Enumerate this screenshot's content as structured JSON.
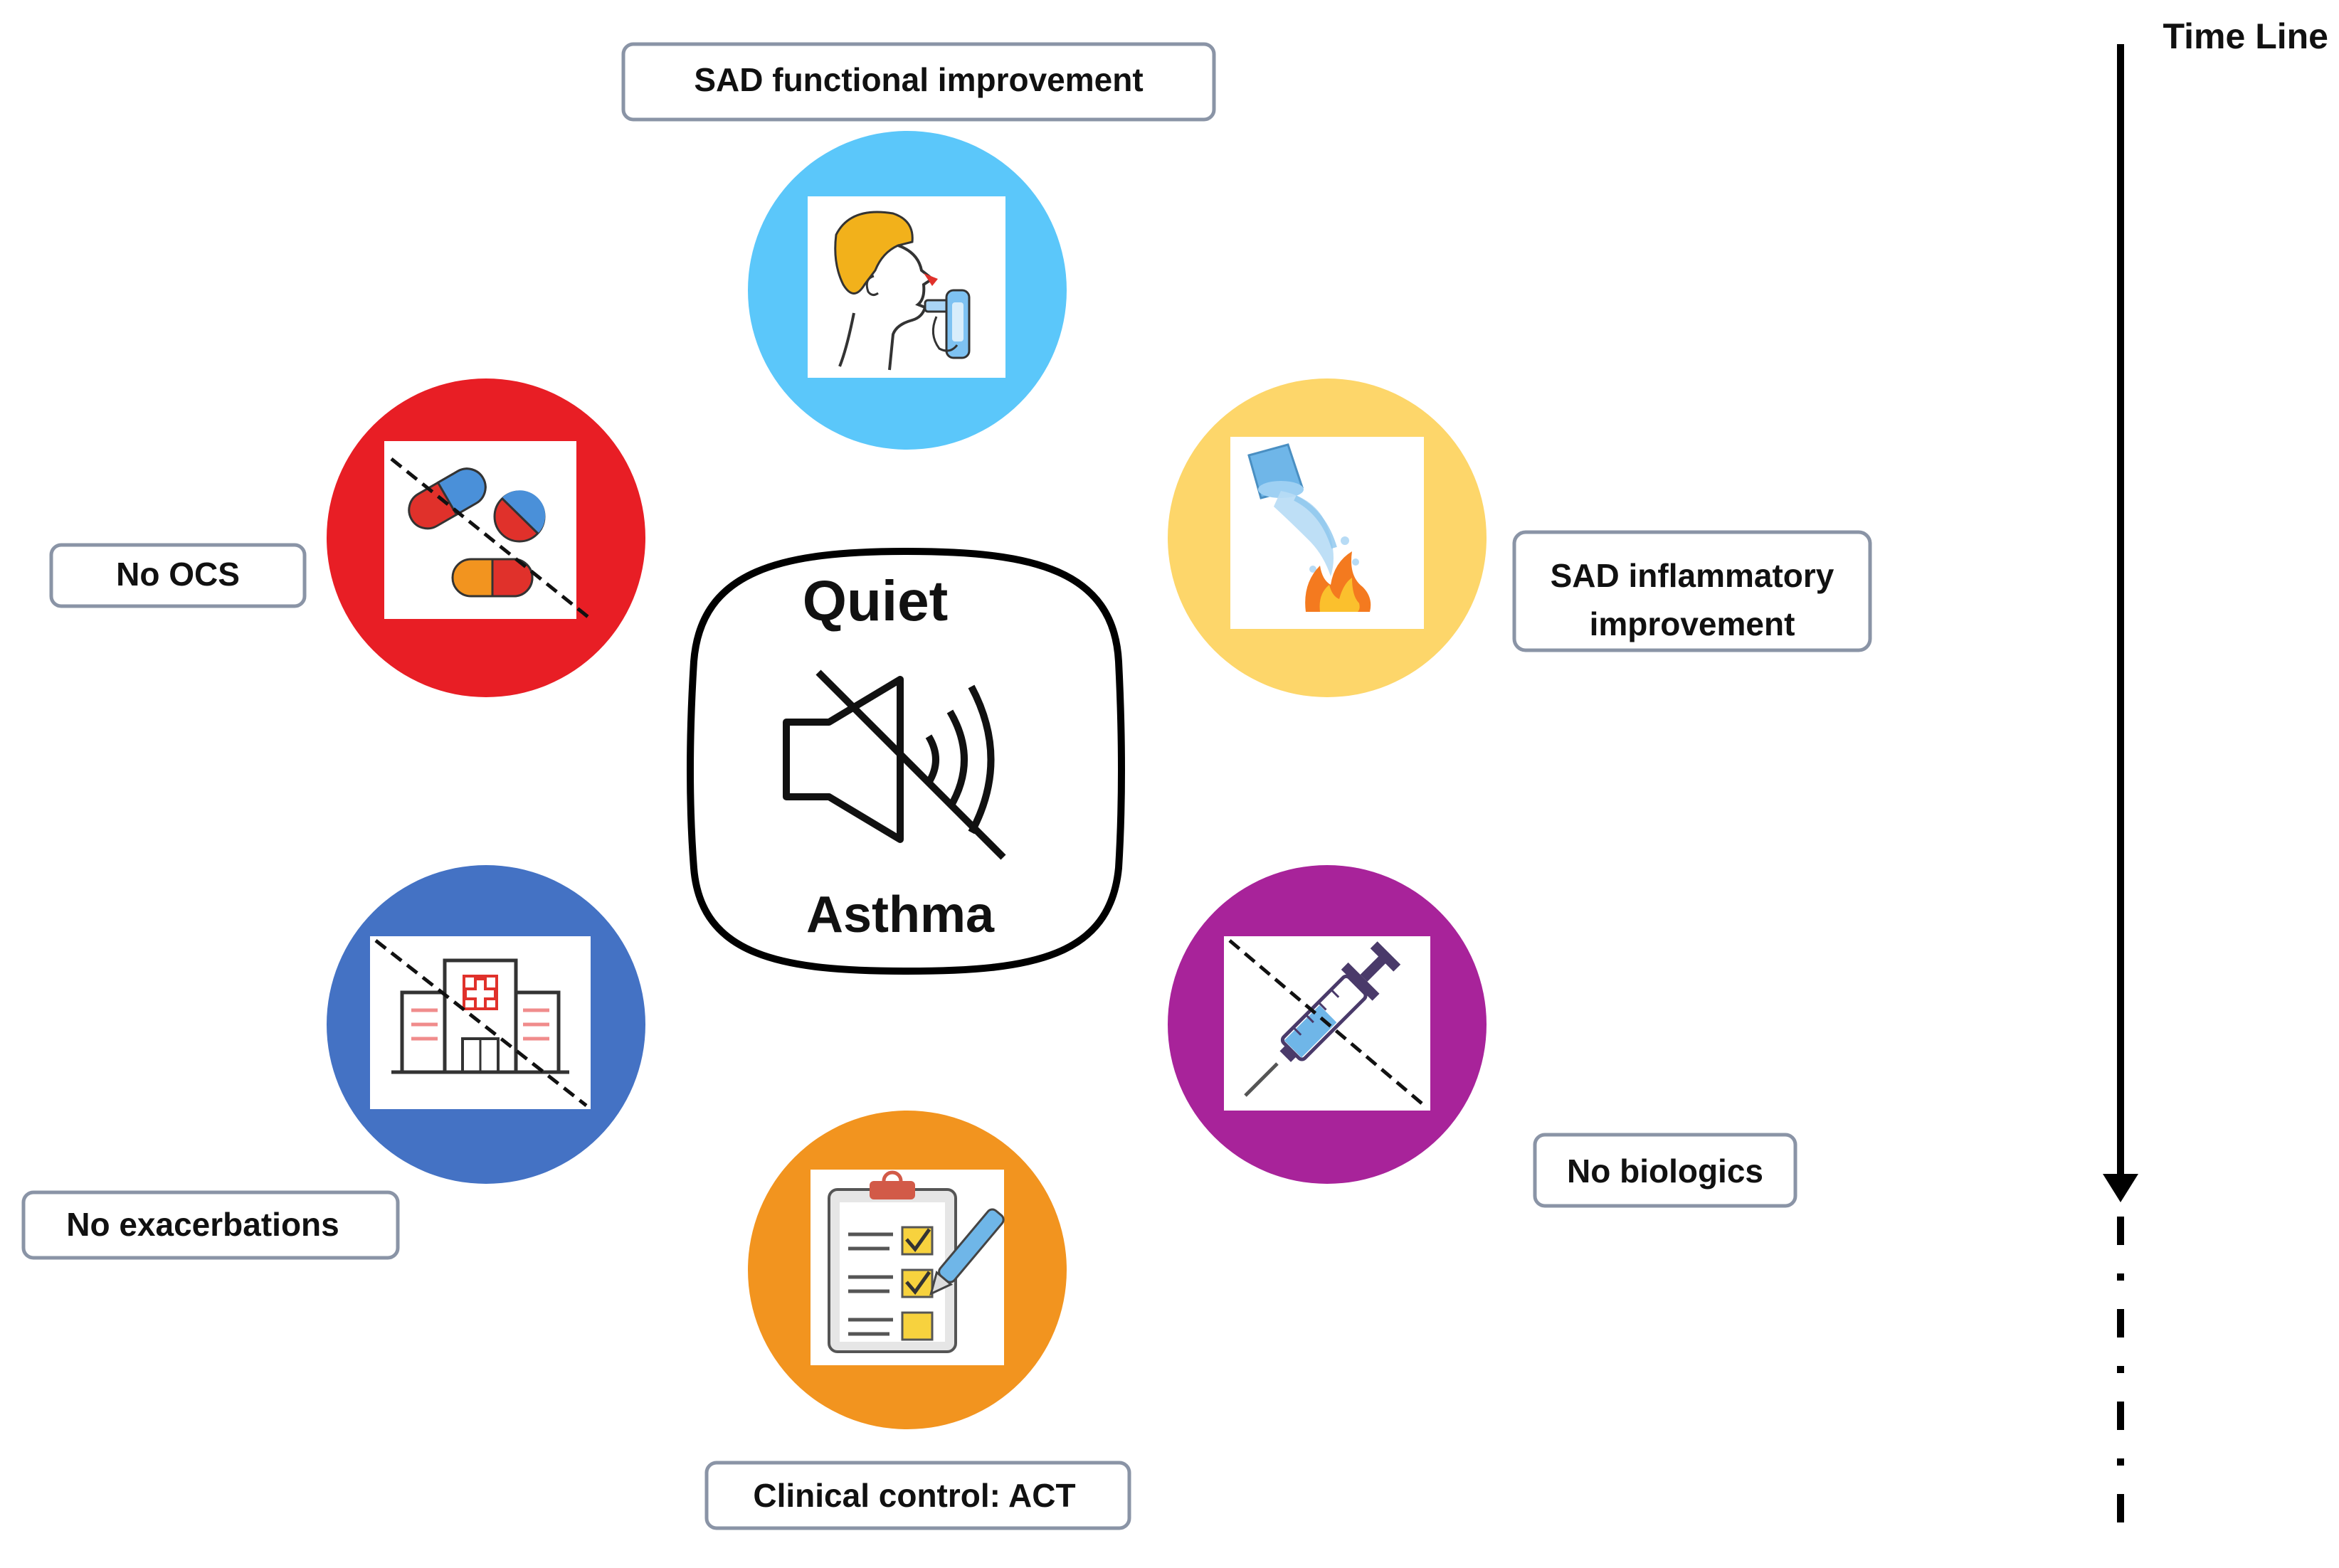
{
  "center": {
    "title_top": "Quiet",
    "title_bottom": "Asthma",
    "icon": "mute-speaker-icon"
  },
  "timeline": {
    "label": "Time Line"
  },
  "outcomes": [
    {
      "id": "sad-functional",
      "label_lines": [
        "SAD functional improvement"
      ],
      "icon": "spirometry-person-icon",
      "color": "#5BC7FA"
    },
    {
      "id": "sad-inflammatory",
      "label_lines": [
        "SAD inflammatory",
        "improvement"
      ],
      "icon": "water-on-fire-icon",
      "color": "#FDD66A"
    },
    {
      "id": "no-biologics",
      "label_lines": [
        "No biologics"
      ],
      "icon": "crossed-syringe-icon",
      "color": "#A8239A"
    },
    {
      "id": "clinical-control",
      "label_lines": [
        "Clinical control: ACT"
      ],
      "icon": "clipboard-checklist-icon",
      "color": "#F2941F"
    },
    {
      "id": "no-exacerbations",
      "label_lines": [
        "No exacerbations"
      ],
      "icon": "crossed-hospital-icon",
      "color": "#4472C4"
    },
    {
      "id": "no-ocs",
      "label_lines": [
        "No OCS"
      ],
      "icon": "crossed-pills-icon",
      "color": "#E81E25"
    }
  ]
}
